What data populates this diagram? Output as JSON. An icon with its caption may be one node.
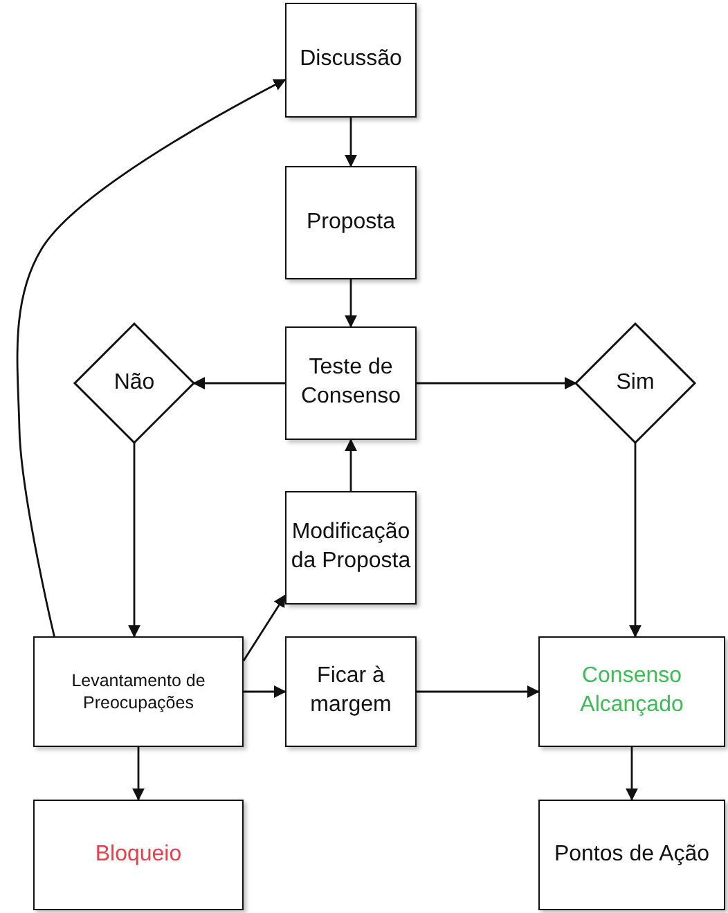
{
  "diagram": {
    "nodes": [
      {
        "text": [
          "Discussão"
        ]
      },
      {
        "text": [
          "Proposta"
        ]
      },
      {
        "text": [
          "Teste de Consenso"
        ]
      },
      {
        "text": [
          "Não"
        ]
      },
      {
        "text": [
          "Sim"
        ]
      },
      {
        "text": [
          "Modificação da Proposta"
        ]
      },
      {
        "text": [
          "Levantamento de Preocupações"
        ]
      },
      {
        "text": [
          "Ficar à margem"
        ]
      },
      {
        "text": [
          "Consenso Alcançado"
        ]
      },
      {
        "text": [
          "Bloqueio"
        ]
      },
      {
        "text": [
          "Pontos de Ação"
        ]
      }
    ],
    "edges": [
      {
        "from": 0,
        "to": 1,
        "arrow": "to"
      },
      {
        "from": 1,
        "to": 2,
        "arrow": "to"
      },
      {
        "from": 2,
        "to": 3,
        "arrow": "to"
      },
      {
        "from": 2,
        "to": 4,
        "arrow": "to"
      },
      {
        "from": 5,
        "to": 2,
        "arrow": "to"
      },
      {
        "from": 3,
        "to": 6,
        "arrow": "to"
      },
      {
        "from": 6,
        "to": 5,
        "arrow": "to"
      },
      {
        "from": 6,
        "to": 7,
        "arrow": "to"
      },
      {
        "from": 7,
        "to": 8,
        "arrow": "to"
      },
      {
        "from": 4,
        "to": 8,
        "arrow": "to"
      },
      {
        "from": 6,
        "to": 9,
        "arrow": "to"
      },
      {
        "from": 8,
        "to": 10,
        "arrow": "to"
      },
      {
        "from": 6,
        "to": 0,
        "arrow": "to"
      }
    ]
  }
}
